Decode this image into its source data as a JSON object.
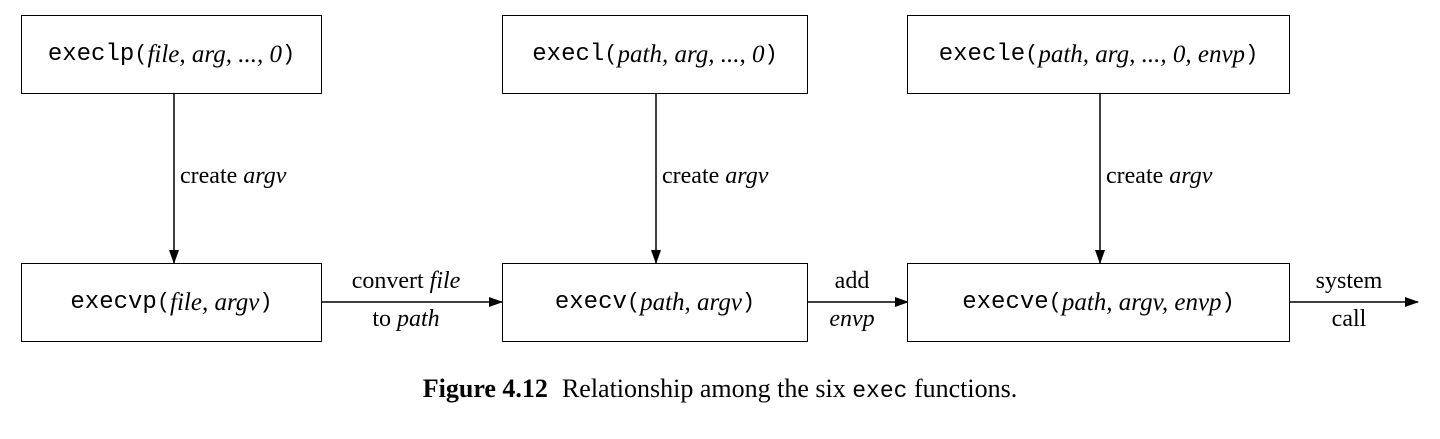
{
  "boxes": {
    "execlp": {
      "name": "execlp",
      "args": "file, arg, ..., 0"
    },
    "execl": {
      "name": "execl",
      "args": "path, arg, ..., 0"
    },
    "execle": {
      "name": "execle",
      "args": "path, arg, ..., 0, envp"
    },
    "execvp": {
      "name": "execvp",
      "args": "file, argv"
    },
    "execv": {
      "name": "execv",
      "args": "path, argv"
    },
    "execve": {
      "name": "execve",
      "args": "path, argv, envp"
    }
  },
  "labels": {
    "create_word": "create",
    "create_arg": "argv",
    "convert_word": "convert",
    "convert_file": "file",
    "to_word": "to",
    "to_path": "path",
    "add_word": "add",
    "add_envp": "envp",
    "system_word": "system",
    "call_word": "call"
  },
  "caption": {
    "figure": "Figure 4.12",
    "text_before": "Relationship among the six",
    "mono": "exec",
    "text_after": "functions."
  }
}
